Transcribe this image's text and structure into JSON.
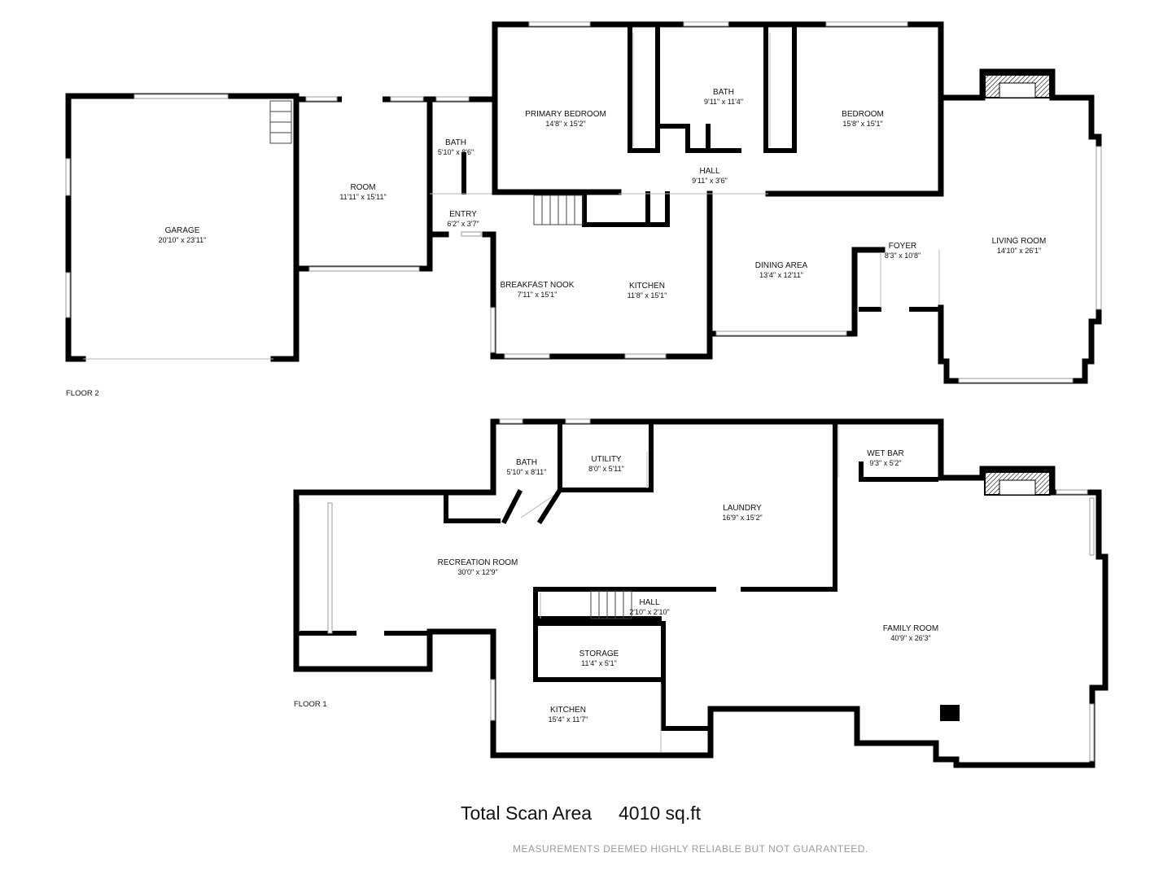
{
  "floors": [
    {
      "label": "FLOOR 2",
      "rooms": [
        {
          "name": "GARAGE",
          "dim": "20'10\" x 23'11\""
        },
        {
          "name": "ROOM",
          "dim": "11'11\" x 15'11\""
        },
        {
          "name": "BATH",
          "dim": "5'10\" x 8'6\""
        },
        {
          "name": "ENTRY",
          "dim": "6'2\" x 3'7\""
        },
        {
          "name": "PRIMARY BEDROOM",
          "dim": "14'8\" x 15'2\""
        },
        {
          "name": "BATH",
          "dim": "9'11\" x 11'4\""
        },
        {
          "name": "BEDROOM",
          "dim": "15'8\" x 15'1\""
        },
        {
          "name": "HALL",
          "dim": "9'11\" x 3'6\""
        },
        {
          "name": "BREAKFAST NOOK",
          "dim": "7'11\" x 15'1\""
        },
        {
          "name": "KITCHEN",
          "dim": "11'8\" x 15'1\""
        },
        {
          "name": "DINING AREA",
          "dim": "13'4\" x 12'11\""
        },
        {
          "name": "FOYER",
          "dim": "8'3\" x 10'8\""
        },
        {
          "name": "LIVING ROOM",
          "dim": "14'10\" x 26'1\""
        }
      ]
    },
    {
      "label": "FLOOR 1",
      "rooms": [
        {
          "name": "BATH",
          "dim": "5'10\" x 8'11\""
        },
        {
          "name": "UTILITY",
          "dim": "8'0\" x 5'11\""
        },
        {
          "name": "WET BAR",
          "dim": "9'3\" x 5'2\""
        },
        {
          "name": "LAUNDRY",
          "dim": "16'9\" x 15'2\""
        },
        {
          "name": "RECREATION ROOM",
          "dim": "30'0\" x 12'9\""
        },
        {
          "name": "HALL",
          "dim": "2'10\" x 2'10\""
        },
        {
          "name": "STORAGE",
          "dim": "11'4\" x 5'1\""
        },
        {
          "name": "FAMILY ROOM",
          "dim": "40'9\" x 26'3\""
        },
        {
          "name": "KITCHEN",
          "dim": "15'4\" x 11'7\""
        }
      ]
    }
  ],
  "total_label": "Total Scan Area",
  "total_value": "4010 sq.ft",
  "disclaimer": "MEASUREMENTS DEEMED HIGHLY RELIABLE BUT NOT GUARANTEED."
}
